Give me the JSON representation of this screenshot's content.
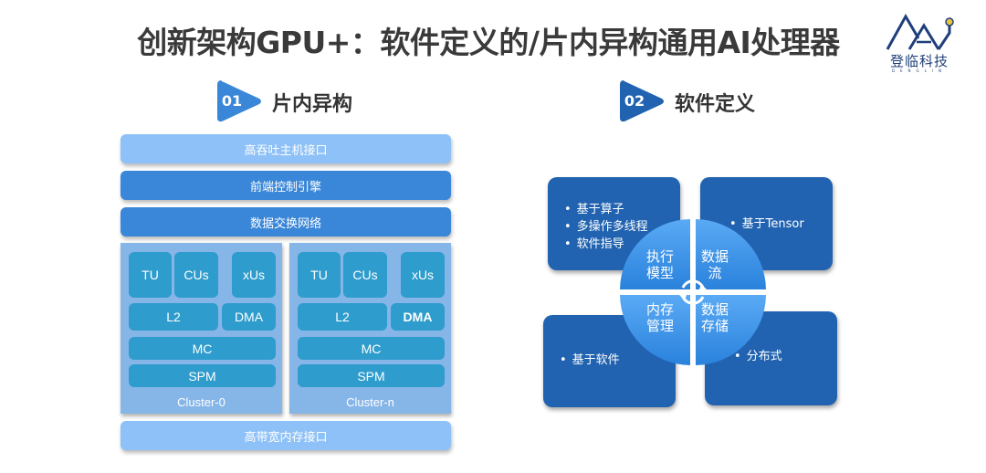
{
  "title": "创新架构GPU+：软件定义的/片内异构通用AI处理器",
  "logo": {
    "name_cn": "登临科技",
    "name_en": "DENGLIN",
    "colors": {
      "primary": "#1f3f7a",
      "accent": "#e8c53a"
    }
  },
  "sections": [
    {
      "number": "01",
      "label": "片内异构",
      "color": "#3a86d8"
    },
    {
      "number": "02",
      "label": "软件定义",
      "color": "#2163b0"
    }
  ],
  "architecture": {
    "top_bars": [
      {
        "label": "高吞吐主机接口",
        "style": "light"
      },
      {
        "label": "前端控制引擎",
        "style": "dark"
      },
      {
        "label": "数据交换网络",
        "style": "dark"
      }
    ],
    "clusters": [
      {
        "name": "Cluster-0",
        "units": [
          "TU",
          "CUs",
          "xUs"
        ],
        "l2": "L2",
        "dma": "DMA",
        "mc": "MC",
        "spm": "SPM"
      },
      {
        "name": "Cluster-n",
        "units": [
          "TU",
          "CUs",
          "xUs"
        ],
        "l2": "L2",
        "dma": "DMA",
        "mc": "MC",
        "spm": "SPM"
      }
    ],
    "bottom_bar": {
      "label": "高带宽内存接口",
      "style": "light"
    }
  },
  "software_defined": {
    "quadrants": [
      {
        "center_label": [
          "执行",
          "模型"
        ],
        "items": [
          "基于算子",
          "多操作多线程",
          "软件指导"
        ]
      },
      {
        "center_label": [
          "数据",
          "流"
        ],
        "items": [
          "基于Tensor"
        ]
      },
      {
        "center_label": [
          "内存",
          "管理"
        ],
        "items": [
          "基于软件"
        ]
      },
      {
        "center_label": [
          "数据",
          "存储"
        ],
        "items": [
          "分布式"
        ]
      }
    ]
  }
}
